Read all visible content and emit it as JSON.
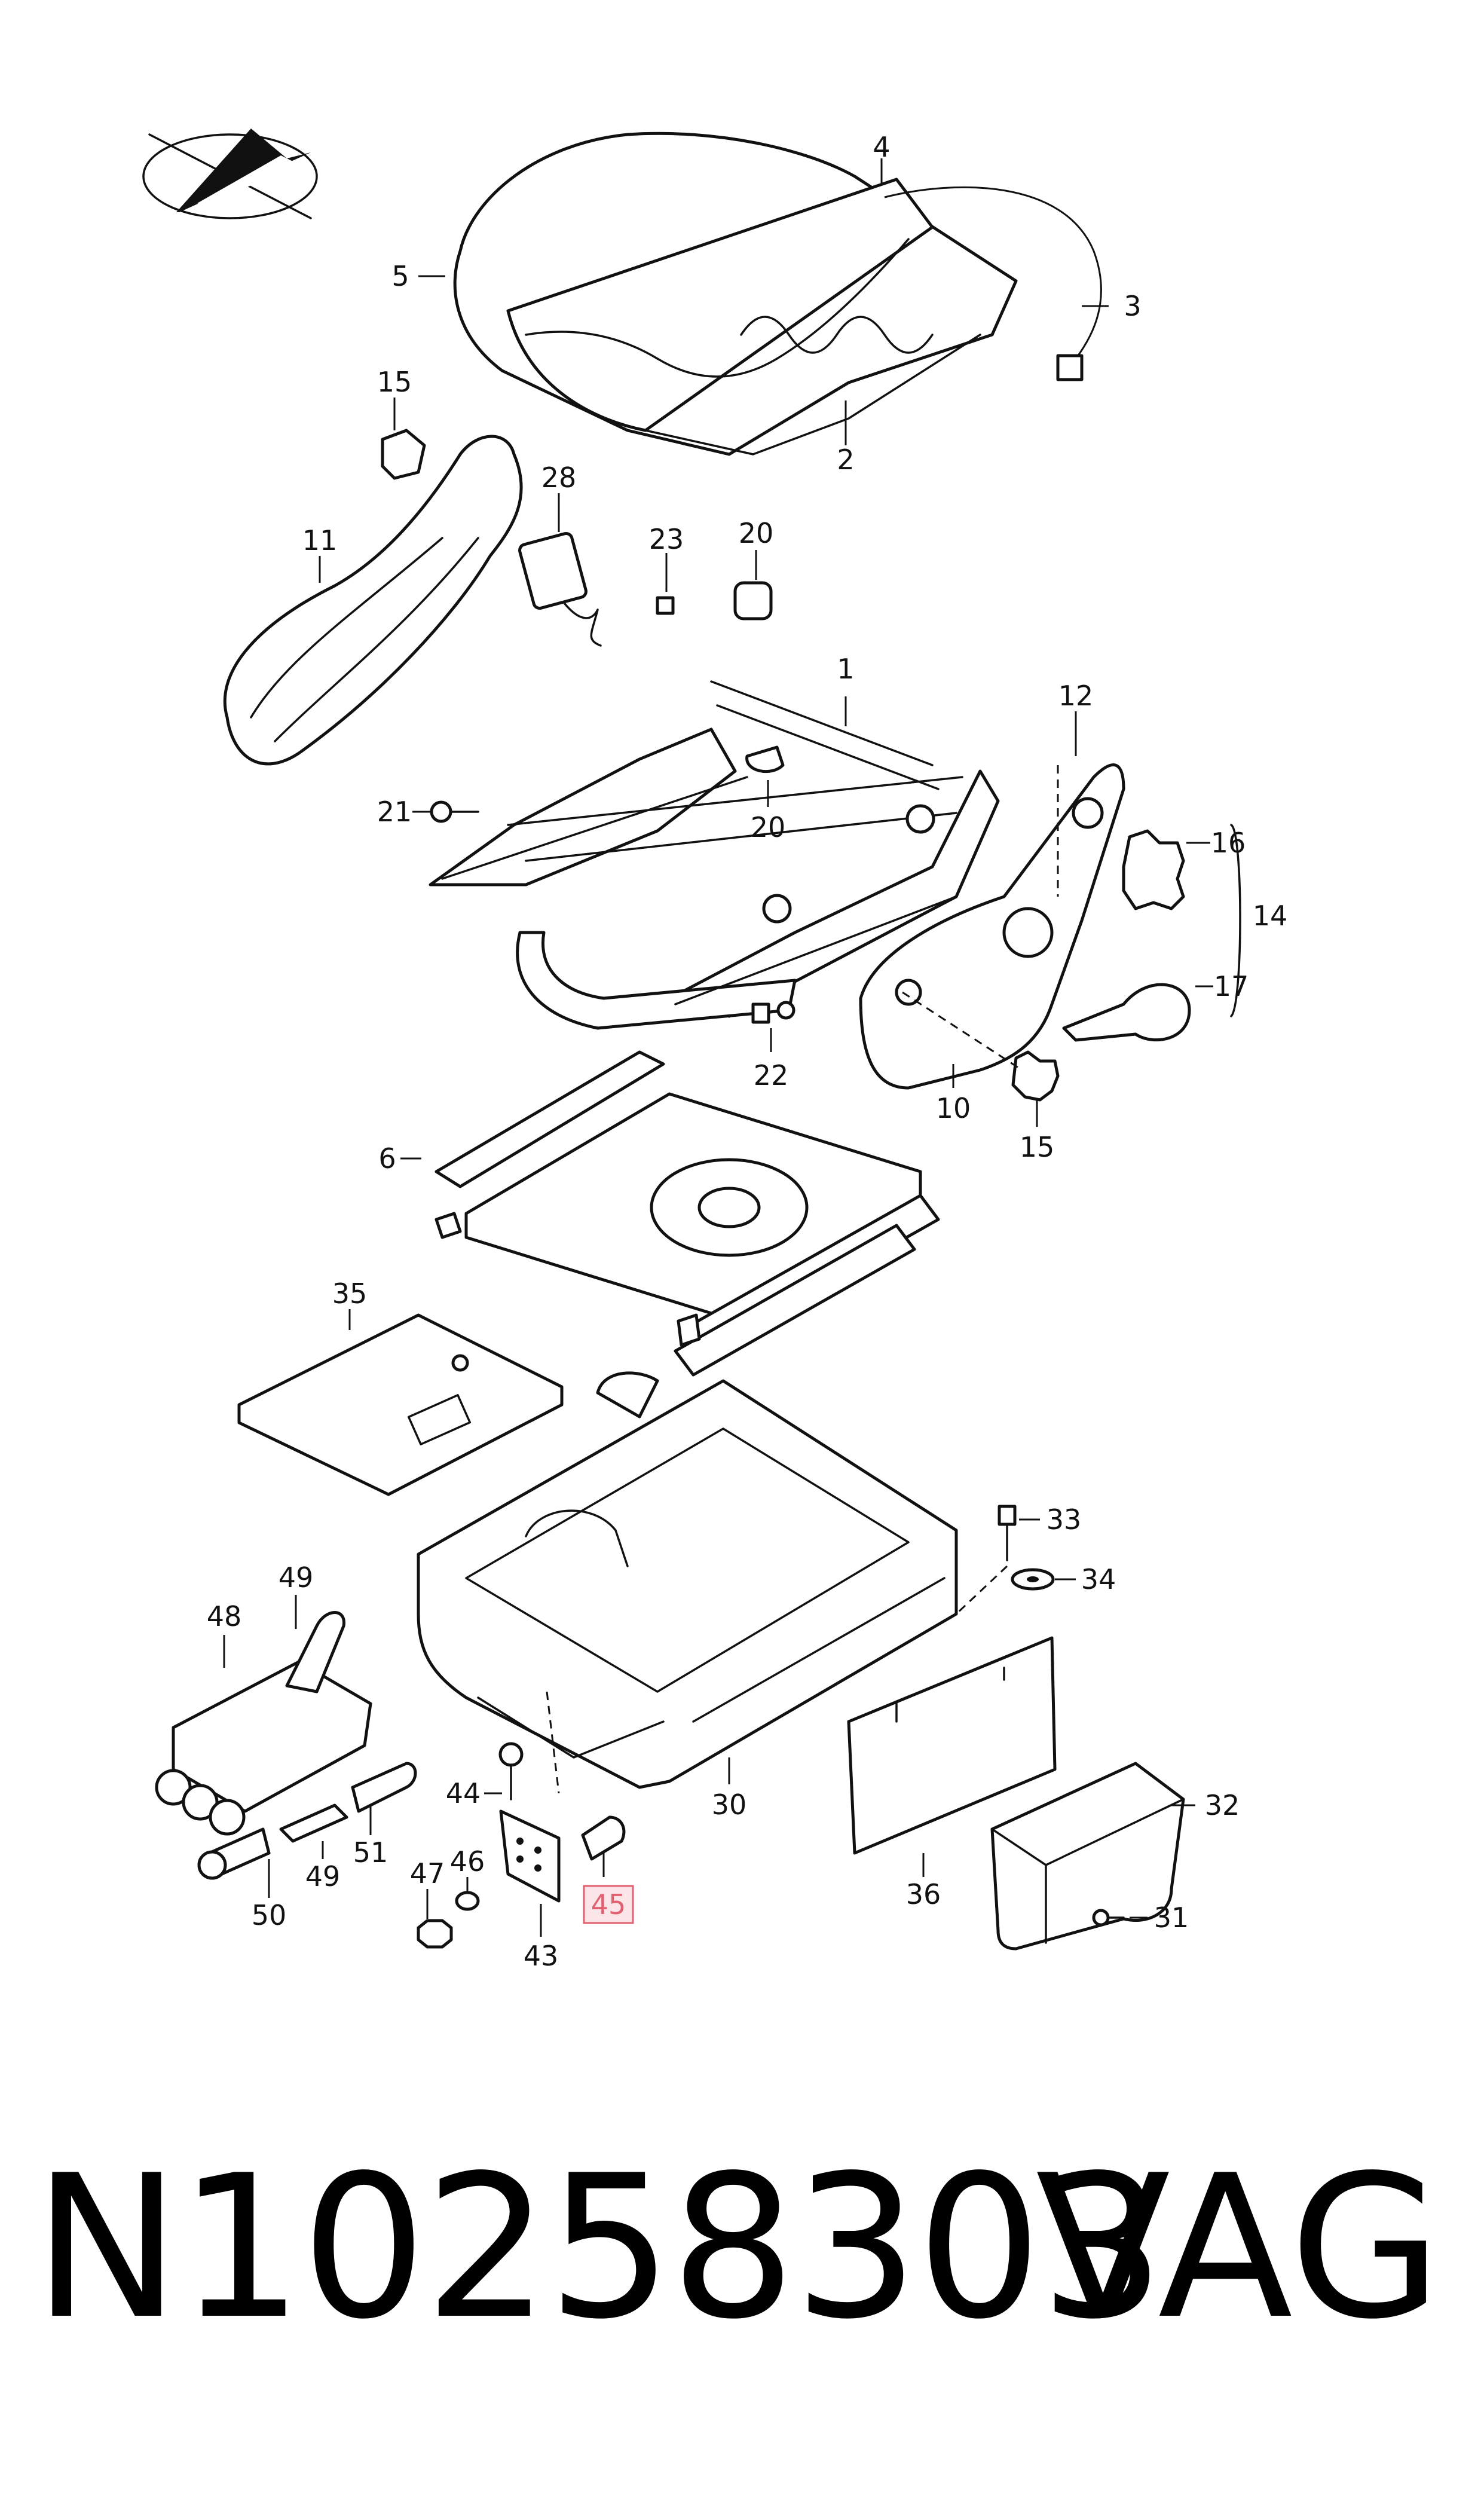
{
  "diagram": {
    "callouts": [
      {
        "id": "c4",
        "label": "4",
        "highlighted": false
      },
      {
        "id": "c5",
        "label": "5",
        "highlighted": false
      },
      {
        "id": "c3",
        "label": "3",
        "highlighted": false
      },
      {
        "id": "c2",
        "label": "2",
        "highlighted": false
      },
      {
        "id": "c15a",
        "label": "15",
        "highlighted": false
      },
      {
        "id": "c28",
        "label": "28",
        "highlighted": false
      },
      {
        "id": "c11",
        "label": "11",
        "highlighted": false
      },
      {
        "id": "c23",
        "label": "23",
        "highlighted": false
      },
      {
        "id": "c20a",
        "label": "20",
        "highlighted": false
      },
      {
        "id": "c1",
        "label": "1",
        "highlighted": false
      },
      {
        "id": "c12",
        "label": "12",
        "highlighted": false
      },
      {
        "id": "c21",
        "label": "21",
        "highlighted": false
      },
      {
        "id": "c20b",
        "label": "20",
        "highlighted": false
      },
      {
        "id": "c16",
        "label": "16",
        "highlighted": false
      },
      {
        "id": "c14",
        "label": "14",
        "highlighted": false
      },
      {
        "id": "c17",
        "label": "17",
        "highlighted": false
      },
      {
        "id": "c22",
        "label": "22",
        "highlighted": false
      },
      {
        "id": "c10",
        "label": "10",
        "highlighted": false
      },
      {
        "id": "c15b",
        "label": "15",
        "highlighted": false
      },
      {
        "id": "c6",
        "label": "6",
        "highlighted": false
      },
      {
        "id": "c35",
        "label": "35",
        "highlighted": false
      },
      {
        "id": "c33",
        "label": "33",
        "highlighted": false
      },
      {
        "id": "c34",
        "label": "34",
        "highlighted": false
      },
      {
        "id": "c49a",
        "label": "49",
        "highlighted": false
      },
      {
        "id": "c48",
        "label": "48",
        "highlighted": false
      },
      {
        "id": "c32",
        "label": "32",
        "highlighted": false
      },
      {
        "id": "c44",
        "label": "44",
        "highlighted": false
      },
      {
        "id": "c30",
        "label": "30",
        "highlighted": false
      },
      {
        "id": "c46",
        "label": "46",
        "highlighted": false
      },
      {
        "id": "c47",
        "label": "47",
        "highlighted": false
      },
      {
        "id": "c51",
        "label": "51",
        "highlighted": false
      },
      {
        "id": "c49b",
        "label": "49",
        "highlighted": false
      },
      {
        "id": "c45",
        "label": "45",
        "highlighted": true
      },
      {
        "id": "c36",
        "label": "36",
        "highlighted": false
      },
      {
        "id": "c31",
        "label": "31",
        "highlighted": false
      },
      {
        "id": "c50",
        "label": "50",
        "highlighted": false
      },
      {
        "id": "c43",
        "label": "43",
        "highlighted": false
      }
    ],
    "highlight_color": "#e06070"
  },
  "footer": {
    "part_number": "N10258303",
    "brand": "VAG"
  }
}
